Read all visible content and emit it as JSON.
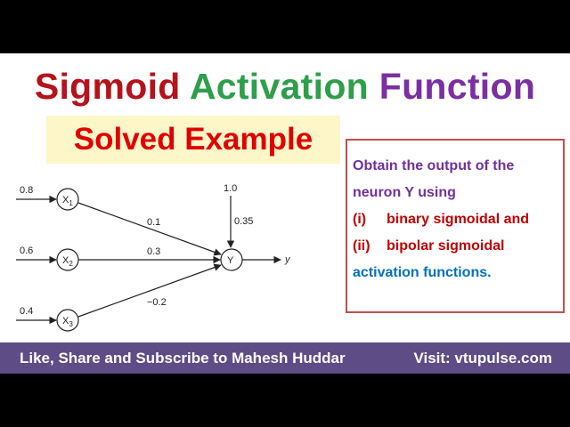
{
  "title": {
    "word1": "Sigmoid",
    "word2": "Activation",
    "word3": "Function",
    "colors": [
      "#b5121b",
      "#2e9e4a",
      "#7b2fa0"
    ]
  },
  "subtitle": "Solved Example",
  "question": {
    "line1": "Obtain the output of the",
    "line2": "neuron Y using",
    "item1_num": "(i)",
    "item1_text": "binary sigmoidal and",
    "item2_num": "(ii)",
    "item2_text": "bipolar sigmoidal",
    "line5": "activation functions.",
    "colors": {
      "intro": "#7030a0",
      "items": "#c00000",
      "last": "#0070c0"
    }
  },
  "network": {
    "inputs": [
      {
        "value": "0.8",
        "node": "X",
        "sub": "1",
        "weight": "0.1"
      },
      {
        "value": "0.6",
        "node": "X",
        "sub": "2",
        "weight": "0.3"
      },
      {
        "value": "0.4",
        "node": "X",
        "sub": "3",
        "weight": "−0.2"
      }
    ],
    "bias": {
      "value": "1.0",
      "weight": "0.35"
    },
    "output_node": "Y",
    "output_label": "y"
  },
  "footer": {
    "left": "Like, Share and Subscribe to Mahesh Huddar",
    "right": "Visit: vtupulse.com"
  }
}
